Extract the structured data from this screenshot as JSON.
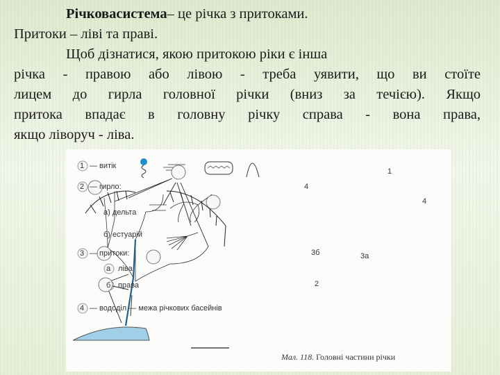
{
  "text": {
    "term": "Річковасистема",
    "line1_rest": "– це річка з притоками.",
    "line2": "Притоки – ліві та праві.",
    "line3": "Щоб дізнатися, якою притокою ріки є  інша",
    "line4": "річка - правою або лівою - треба уявити, що ви стоїте",
    "line5": "лицем до гирла головної річки (вниз за течією). Якщо",
    "line6": "притока впадає в головну річку справа - вона права,",
    "line7": "якщо ліворуч - ліва."
  },
  "figure": {
    "legend": {
      "n1": "1",
      "source": "— витік",
      "n2": "2",
      "mouth": "— гирло:",
      "delta": "а) дельта",
      "estuary": "б) естуарій",
      "n3": "3",
      "tributaries": "— притоки:",
      "na": "а",
      "left": "ліва",
      "nb": "б",
      "right": "права",
      "n4": "4",
      "divide": "— вододіл — межа річкових басейнів"
    },
    "diagram_labels": {
      "l1": "1",
      "l2": "2",
      "l3a": "3а",
      "l3b": "3б",
      "l4a": "4",
      "l4b": "4"
    },
    "caption_prefix": "Мал. 118.",
    "caption": "Головні частини річки",
    "colors": {
      "water": "#9fd0e8",
      "river": "#1f5f8a",
      "source_dot": "#1a8fc9"
    }
  }
}
